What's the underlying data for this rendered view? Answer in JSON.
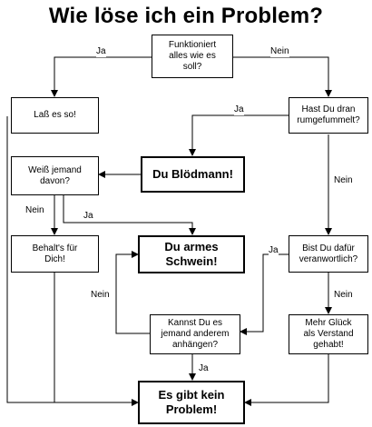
{
  "title": "Wie löse ich ein Problem?",
  "nodes": {
    "funktioniert": "Funktioniert\nalles wie es\nsoll?",
    "lass_es": "Laß es so!",
    "hast_du": "Hast Du dran\nrumgefummelt?",
    "bloedmann": "Du Blödmann!",
    "weiss_jemand": "Weiß jemand\ndavon?",
    "armes_schwein": "Du armes\nSchwein!",
    "behalts": "Behalt's für\nDich!",
    "bist_du": "Bist Du dafür\nveranwortlich?",
    "kannst_du": "Kannst Du es\njemand anderem\nanhängen?",
    "mehr_glueck": "Mehr Glück\nals Verstand\ngehabt!",
    "kein_problem": "Es gibt kein\nProblem!"
  },
  "edge_labels": {
    "ja": "Ja",
    "nein": "Nein"
  }
}
